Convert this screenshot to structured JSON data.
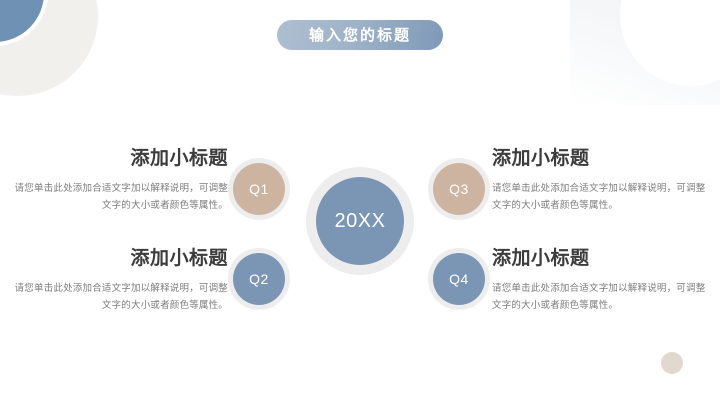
{
  "slide": {
    "title": "输入您的标题",
    "center_label": "20XX",
    "quarters": [
      {
        "label": "Q1",
        "color": "#cdb4a0"
      },
      {
        "label": "Q2",
        "color": "#7b95b5"
      },
      {
        "label": "Q3",
        "color": "#cdb4a0"
      },
      {
        "label": "Q4",
        "color": "#7b95b5"
      }
    ],
    "text_blocks": [
      {
        "heading": "添加小标题",
        "body": "请您单击此处添加合适文字加以解释说明，可调整文字的大小或者颜色等属性。"
      },
      {
        "heading": "添加小标题",
        "body": "请您单击此处添加合适文字加以解释说明，可调整文字的大小或者颜色等属性。"
      },
      {
        "heading": "添加小标题",
        "body": "请您单击此处添加合适文字加以解释说明，可调整文字的大小或者颜色等属性。"
      },
      {
        "heading": "添加小标题",
        "body": "请您单击此处添加合适文字加以解释说明，可调整文字的大小或者颜色等属性。"
      }
    ],
    "colors": {
      "accent_blue": "#7b95b5",
      "accent_tan": "#cdb4a0",
      "ring_gray": "#ededed",
      "heading_text": "#3c3c3c",
      "body_text": "#7d7d7d",
      "title_gradient_start": "#aebed0",
      "title_gradient_end": "#7e99b8",
      "deco_cream": "#f2f0ec",
      "deco_dot": "#e3d8cd",
      "background": "#ffffff"
    }
  }
}
